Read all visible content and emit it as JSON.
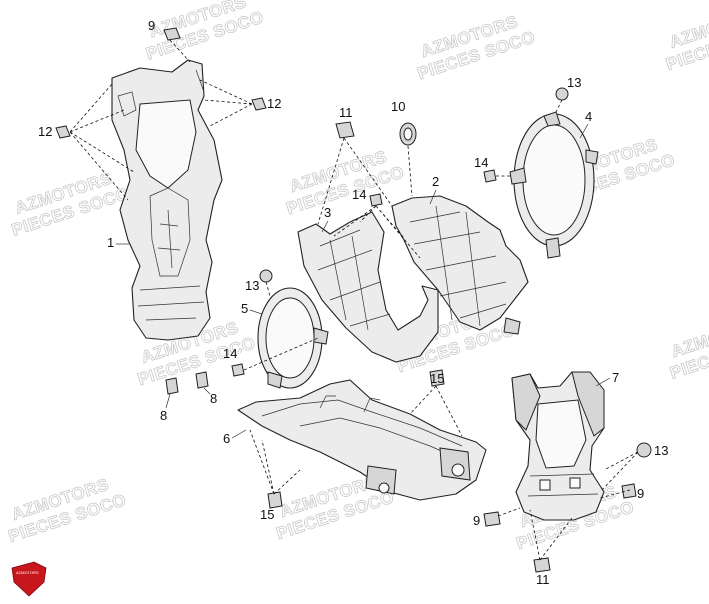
{
  "watermark": {
    "line1": "AZMOTORS",
    "line2": "PIECES SOCO",
    "color": "#c9c9c9"
  },
  "callouts": {
    "c1": "1",
    "c2": "2",
    "c3": "3",
    "c4": "4",
    "c5": "5",
    "c6": "6",
    "c7": "7",
    "c8a": "8",
    "c8b": "8",
    "c9a": "9",
    "c9b": "9",
    "c9c": "9",
    "c10": "10",
    "c11a": "11",
    "c11b": "11",
    "c12a": "12",
    "c12b": "12",
    "c13a": "13",
    "c13b": "13",
    "c13c": "13",
    "c14a": "14",
    "c14b": "14",
    "c14c": "14",
    "c15a": "15",
    "c15b": "15"
  },
  "logo": {
    "text": "AZMOTORS",
    "color": "#c8161d"
  }
}
